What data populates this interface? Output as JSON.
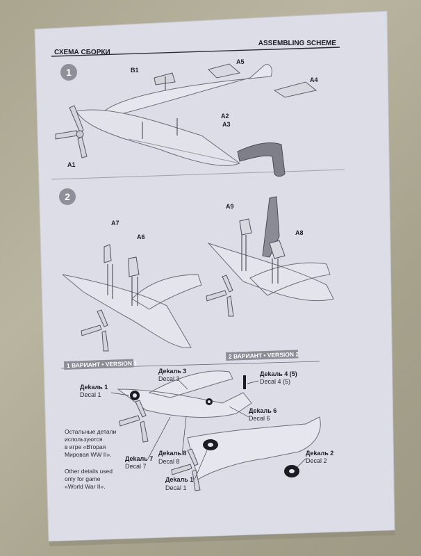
{
  "header": {
    "left_title": "СХЕМА СБОРКИ",
    "right_title": "ASSEMBLING SCHEME"
  },
  "steps": [
    "1",
    "2"
  ],
  "step1_parts": {
    "b1": "B1",
    "a5": "A5",
    "a4": "A4",
    "a2": "A2",
    "a3": "A3",
    "a1": "A1"
  },
  "step2_parts": {
    "a7": "A7",
    "a6": "A6",
    "a9": "A9",
    "a8": "A8"
  },
  "versions": {
    "v1": "1 ВАРИАНТ • VERSION 1",
    "v2": "2 ВАРИАНТ • VERSION 2"
  },
  "decals": {
    "d1_ru": "Деkаль 1",
    "d1_en": "Decal 1",
    "d3_ru": "Деkаль 3",
    "d3_en": "Decal 3",
    "d4_ru": "Деkаль 4 (5)",
    "d4_en": "Decal 4 (5)",
    "d6_ru": "Деkаль 6",
    "d6_en": "Decal 6",
    "d7_ru": "Деkаль 7",
    "d7_en": "Decal 7",
    "d8_ru": "Деkаль 8",
    "d8_en": "Decal 8",
    "d1b_ru": "Деkаль 1",
    "d1b_en": "Decal 1",
    "d2_ru": "Деkаль 2",
    "d2_en": "Decal 2"
  },
  "notes": {
    "ru": [
      "Остальные детали",
      "используются",
      "в игре «Вторая",
      "Мировая WW II»."
    ],
    "en": [
      "Other details used",
      "only for game",
      "«World War II»."
    ]
  }
}
